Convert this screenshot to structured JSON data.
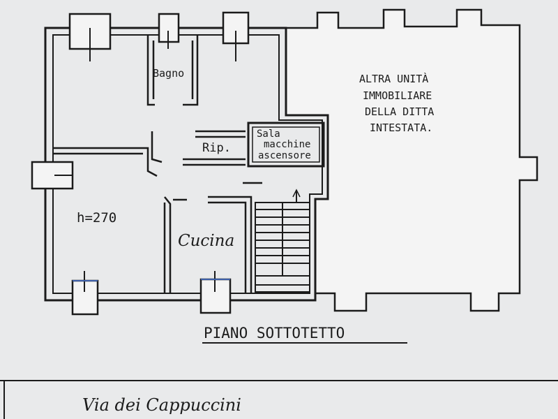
{
  "colors": {
    "paper": "#e9eaeb",
    "ink": "#1b1b1b",
    "fill": "#f7f7f7"
  },
  "rooms": {
    "bagno": "Bagno",
    "ripostiglio": "Rip.",
    "sala_macchine_line1": "Sala",
    "sala_macchine_line2": "macchine",
    "sala_macchine_line3": "ascensore",
    "cucina": "Cucina",
    "height": "h=270"
  },
  "other_unit": {
    "line1": "ALTRA UNITÀ",
    "line2": "IMMOBILIARE",
    "line3": "DELLA DITTA",
    "line4": "INTESTATA."
  },
  "floor_title": "PIANO SOTTOTETTO",
  "street": "Via dei Cappuccini"
}
